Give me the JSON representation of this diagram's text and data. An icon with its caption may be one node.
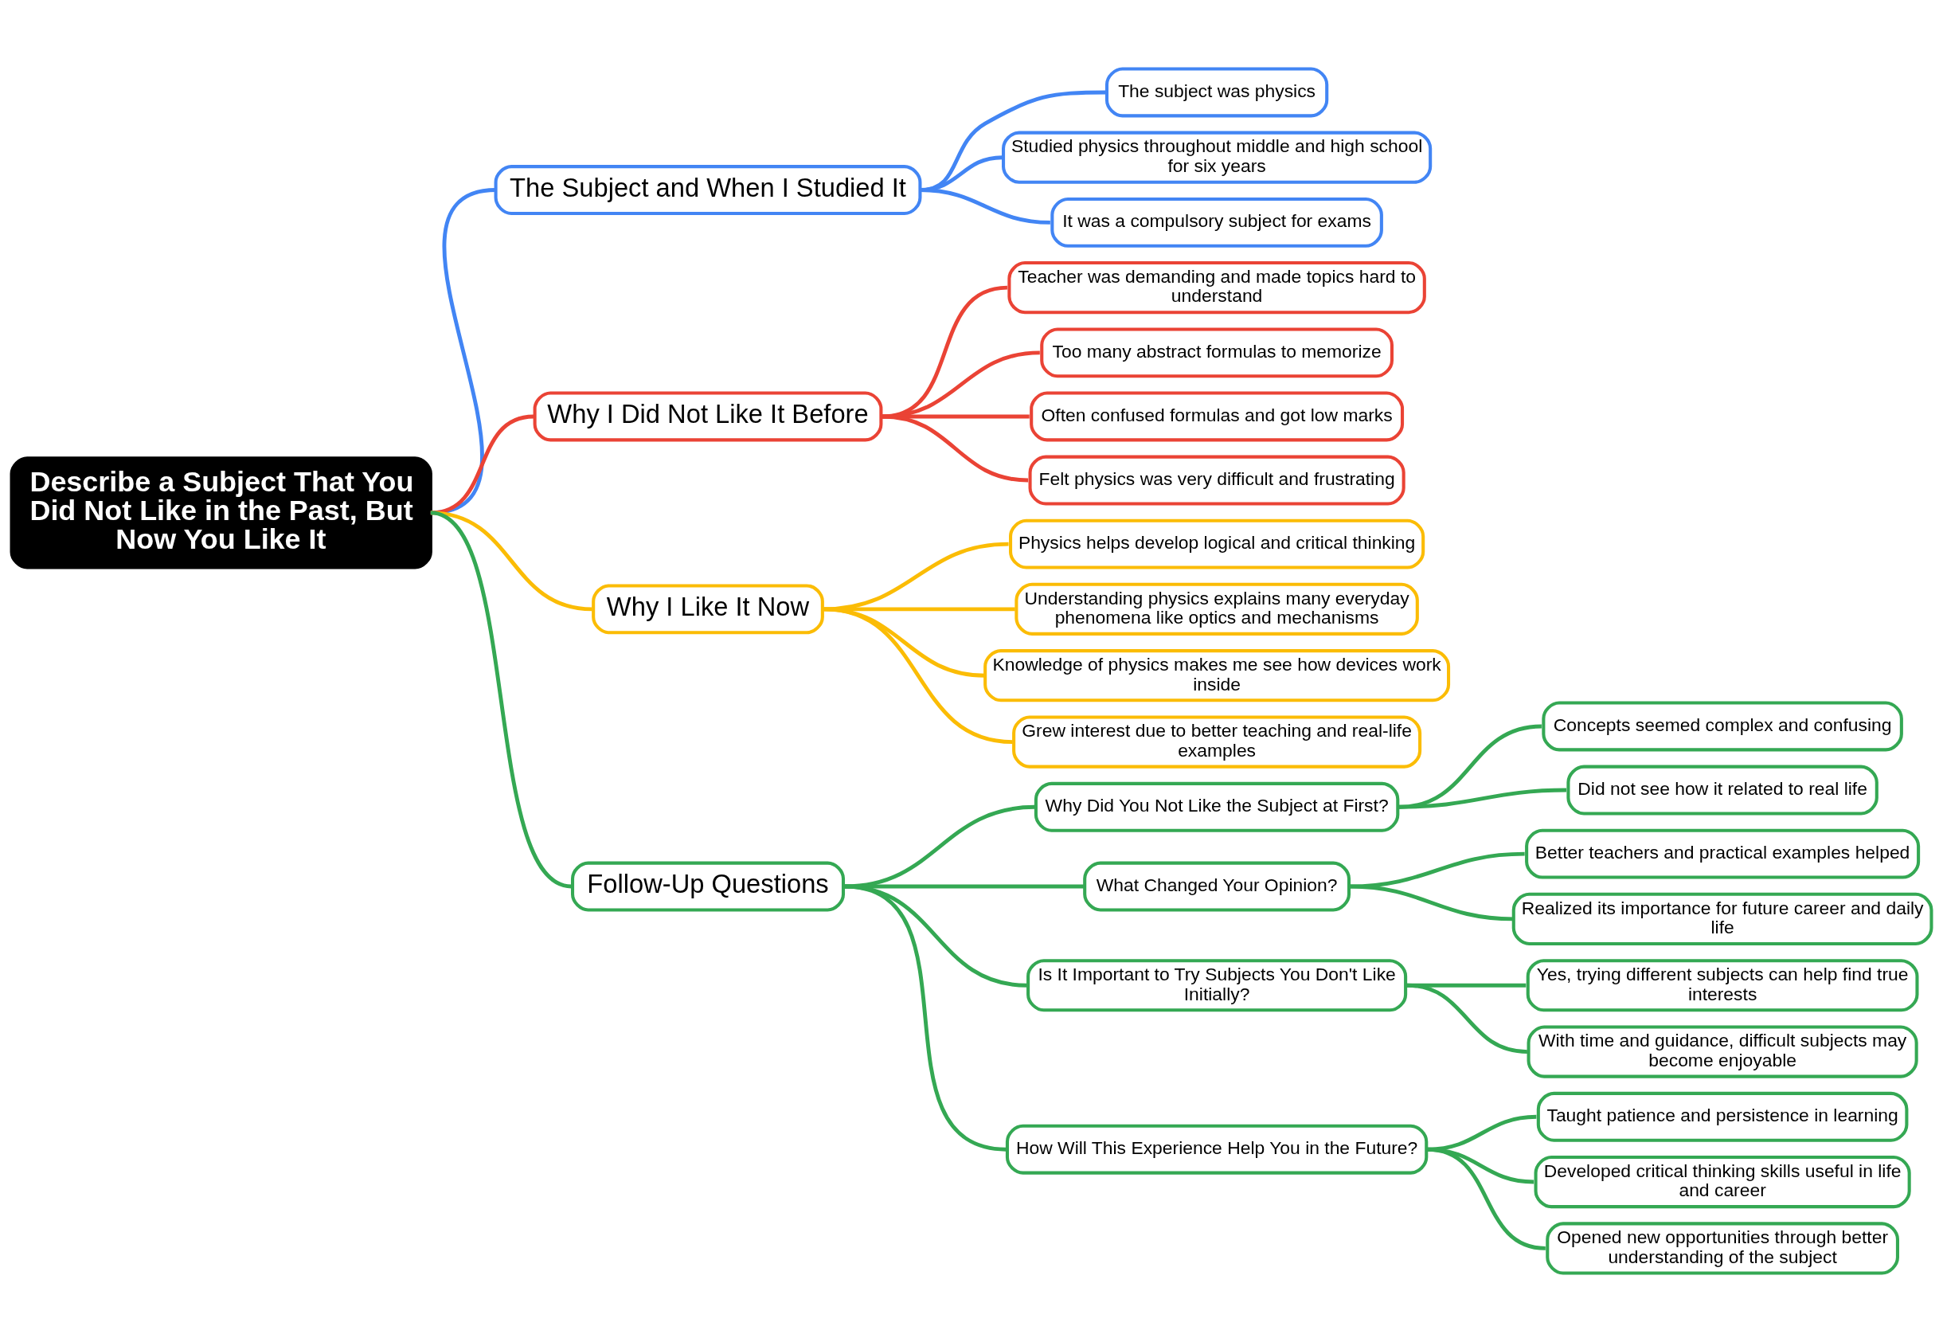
{
  "diagram": {
    "nodes": [
      {
        "text": [
          "Describe a Subject That You Did Not Like in the Past, But Now You Like It"
        ]
      },
      {
        "text": [
          "The Subject and When I Studied It"
        ]
      },
      {
        "text": [
          "The subject was physics"
        ]
      },
      {
        "text": [
          "Studied physics throughout middle and high school for six years"
        ]
      },
      {
        "text": [
          "It was a compulsory subject for exams"
        ]
      },
      {
        "text": [
          "Why I Did Not Like It Before"
        ]
      },
      {
        "text": [
          "Teacher was demanding and made topics hard to understand"
        ]
      },
      {
        "text": [
          "Too many abstract formulas to memorize"
        ]
      },
      {
        "text": [
          "Often confused formulas and got low marks"
        ]
      },
      {
        "text": [
          "Felt physics was very difficult and frustrating"
        ]
      },
      {
        "text": [
          "Why I Like It Now"
        ]
      },
      {
        "text": [
          "Physics helps develop logical and critical thinking"
        ]
      },
      {
        "text": [
          "Understanding physics explains many everyday phenomena like optics and mechanisms"
        ]
      },
      {
        "text": [
          "Knowledge of physics makes me see how devices work inside"
        ]
      },
      {
        "text": [
          "Grew interest due to better teaching and real-life examples"
        ]
      },
      {
        "text": [
          "Follow-Up Questions"
        ]
      },
      {
        "text": [
          "Why Did You Not Like the Subject at First?"
        ]
      },
      {
        "text": [
          "Concepts seemed complex and confusing"
        ]
      },
      {
        "text": [
          "Did not see how it related to real life"
        ]
      },
      {
        "text": [
          "What Changed Your Opinion?"
        ]
      },
      {
        "text": [
          "Better teachers and practical examples helped"
        ]
      },
      {
        "text": [
          "Realized its importance for future career and daily life"
        ]
      },
      {
        "text": [
          "Is It Important to Try Subjects You Don't Like Initially?"
        ]
      },
      {
        "text": [
          "Yes, trying different subjects can help find true interests"
        ]
      },
      {
        "text": [
          "With time and guidance, difficult subjects may become enjoyable"
        ]
      },
      {
        "text": [
          "How Will This Experience Help You in the Future?"
        ]
      },
      {
        "text": [
          "Taught patience and persistence in learning"
        ]
      },
      {
        "text": [
          "Developed critical thinking skills useful in life and career"
        ]
      },
      {
        "text": [
          "Opened new opportunities through better understanding of the subject"
        ]
      }
    ],
    "edges": [
      {
        "from": 0,
        "to": 1,
        "arrow": "none",
        "color": "#4285f4"
      },
      {
        "from": 1,
        "to": 2,
        "arrow": "none",
        "color": "#4285f4"
      },
      {
        "from": 1,
        "to": 3,
        "arrow": "none",
        "color": "#4285f4"
      },
      {
        "from": 1,
        "to": 4,
        "arrow": "none",
        "color": "#4285f4"
      },
      {
        "from": 0,
        "to": 5,
        "arrow": "none",
        "color": "#ea4335"
      },
      {
        "from": 5,
        "to": 6,
        "arrow": "none",
        "color": "#ea4335"
      },
      {
        "from": 5,
        "to": 7,
        "arrow": "none",
        "color": "#ea4335"
      },
      {
        "from": 5,
        "to": 8,
        "arrow": "none",
        "color": "#ea4335"
      },
      {
        "from": 5,
        "to": 9,
        "arrow": "none",
        "color": "#ea4335"
      },
      {
        "from": 0,
        "to": 10,
        "arrow": "none",
        "color": "#fbbc05"
      },
      {
        "from": 10,
        "to": 11,
        "arrow": "none",
        "color": "#fbbc05"
      },
      {
        "from": 10,
        "to": 12,
        "arrow": "none",
        "color": "#fbbc05"
      },
      {
        "from": 10,
        "to": 13,
        "arrow": "none",
        "color": "#fbbc05"
      },
      {
        "from": 10,
        "to": 14,
        "arrow": "none",
        "color": "#fbbc05"
      },
      {
        "from": 0,
        "to": 15,
        "arrow": "none"
      },
      {
        "from": 15,
        "to": 16,
        "arrow": "none"
      },
      {
        "from": 16,
        "to": 17,
        "arrow": "none"
      },
      {
        "from": 16,
        "to": 18,
        "arrow": "none"
      },
      {
        "from": 15,
        "to": 19,
        "arrow": "none"
      },
      {
        "from": 19,
        "to": 20,
        "arrow": "none"
      },
      {
        "from": 19,
        "to": 21,
        "arrow": "none"
      },
      {
        "from": 15,
        "to": 22,
        "arrow": "none"
      },
      {
        "from": 22,
        "to": 23,
        "arrow": "none"
      },
      {
        "from": 22,
        "to": 24,
        "arrow": "none"
      },
      {
        "from": 15,
        "to": 25,
        "arrow": "none"
      },
      {
        "from": 25,
        "to": 26,
        "arrow": "none"
      },
      {
        "from": 25,
        "to": 27,
        "arrow": "none"
      },
      {
        "from": 25,
        "to": 28,
        "arrow": "none"
      }
    ]
  }
}
